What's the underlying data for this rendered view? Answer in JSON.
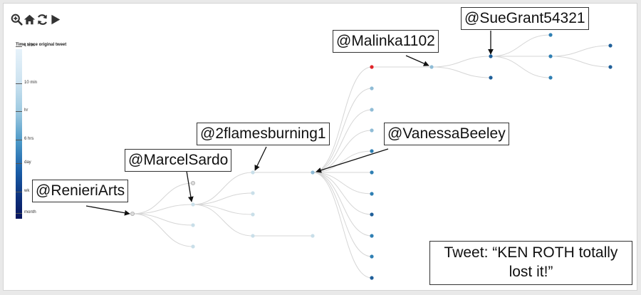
{
  "legend": {
    "title": "Time since original tweet",
    "ticks": [
      "1 min",
      "10 min",
      "hr",
      "6 hrs",
      "day",
      "wk",
      "month"
    ]
  },
  "callouts": {
    "renieri": "@RenieriArts",
    "marcel": "@MarcelSardo",
    "flames": "@2flamesburning1",
    "vanessa": "@VanessaBeeley",
    "malinka": "@Malinka1102",
    "suegrant": "@SueGrant54321"
  },
  "tweet": {
    "text": "Tweet: “KEN ROTH totally lost it!”"
  },
  "colors": {
    "root": "#dcdcdc",
    "light": "#c9dfe9",
    "medium": "#8fbcd6",
    "deep": "#2f7fb3",
    "dark": "#1f5f99",
    "highlight": "#e0252a",
    "edge": "#d6d6d6"
  }
}
